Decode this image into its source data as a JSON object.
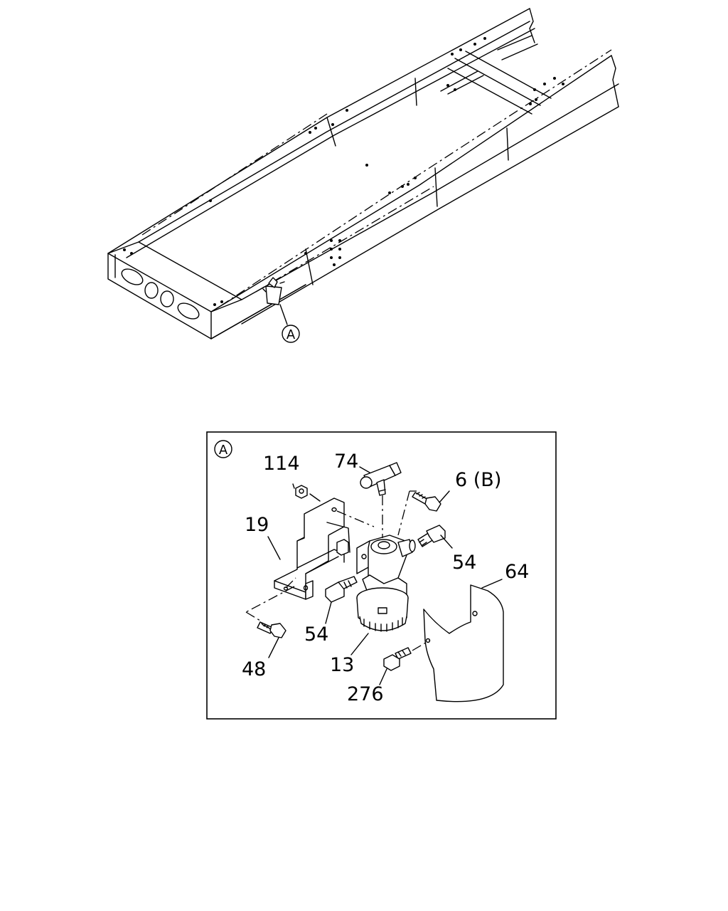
{
  "callout": {
    "frame_ref": "A",
    "detail_ref": "A"
  },
  "parts": [
    {
      "id": "p114",
      "label": "114"
    },
    {
      "id": "p74",
      "label": "74"
    },
    {
      "id": "p6b",
      "label": "6 (B)"
    },
    {
      "id": "p19",
      "label": "19"
    },
    {
      "id": "p54a",
      "label": "54"
    },
    {
      "id": "p64",
      "label": "64"
    },
    {
      "id": "p54b",
      "label": "54"
    },
    {
      "id": "p48",
      "label": "48"
    },
    {
      "id": "p13",
      "label": "13"
    },
    {
      "id": "p276",
      "label": "276"
    }
  ],
  "icons": {
    "frame": "chassis-frame-icon",
    "filter": "fuel-filter-assembly-icon",
    "bracket": "mounting-bracket-icon",
    "shield": "heat-shield-icon"
  }
}
